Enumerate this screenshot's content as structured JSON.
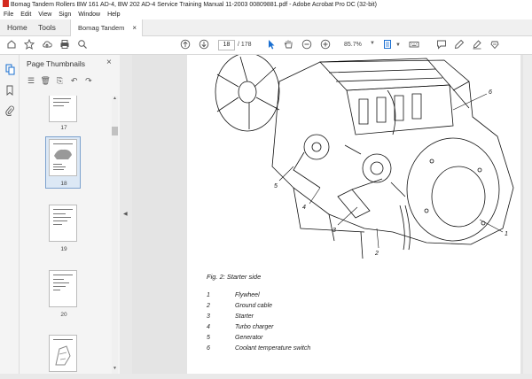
{
  "window": {
    "title": "Bomag Tandem Rollers BW 161 AD-4, BW 202 AD-4 Service Training Manual 11-2003 00809881.pdf - Adobe Acrobat Pro DC (32-bit)"
  },
  "menu": [
    "File",
    "Edit",
    "View",
    "Sign",
    "Window",
    "Help"
  ],
  "tabs": {
    "home": "Home",
    "tools": "Tools",
    "document": "Bomag Tandem Roll...",
    "close": "×"
  },
  "toolbar": {
    "current_page": "18",
    "total_pages": "/ 178",
    "zoom": "85.7%"
  },
  "thumbnails": {
    "title": "Page Thumbnails",
    "close": "×",
    "pages": [
      "17",
      "18",
      "19",
      "20"
    ],
    "selected": "18"
  },
  "document": {
    "caption": "Fig. 2: Starter side",
    "callouts": [
      "1",
      "2",
      "3",
      "4",
      "5",
      "6"
    ],
    "legend": [
      {
        "num": "1",
        "text": "Flywheel"
      },
      {
        "num": "2",
        "text": "Ground cable"
      },
      {
        "num": "3",
        "text": "Starter"
      },
      {
        "num": "4",
        "text": "Turbo charger"
      },
      {
        "num": "5",
        "text": "Generator"
      },
      {
        "num": "6",
        "text": "Coolant temperature switch"
      }
    ]
  },
  "icons": {
    "rail": [
      "thumbnails-icon",
      "bookmark-icon",
      "attachment-icon"
    ],
    "thumb_tools": [
      "options-icon",
      "delete-icon",
      "insert-icon",
      "undo-icon",
      "redo-icon"
    ]
  }
}
